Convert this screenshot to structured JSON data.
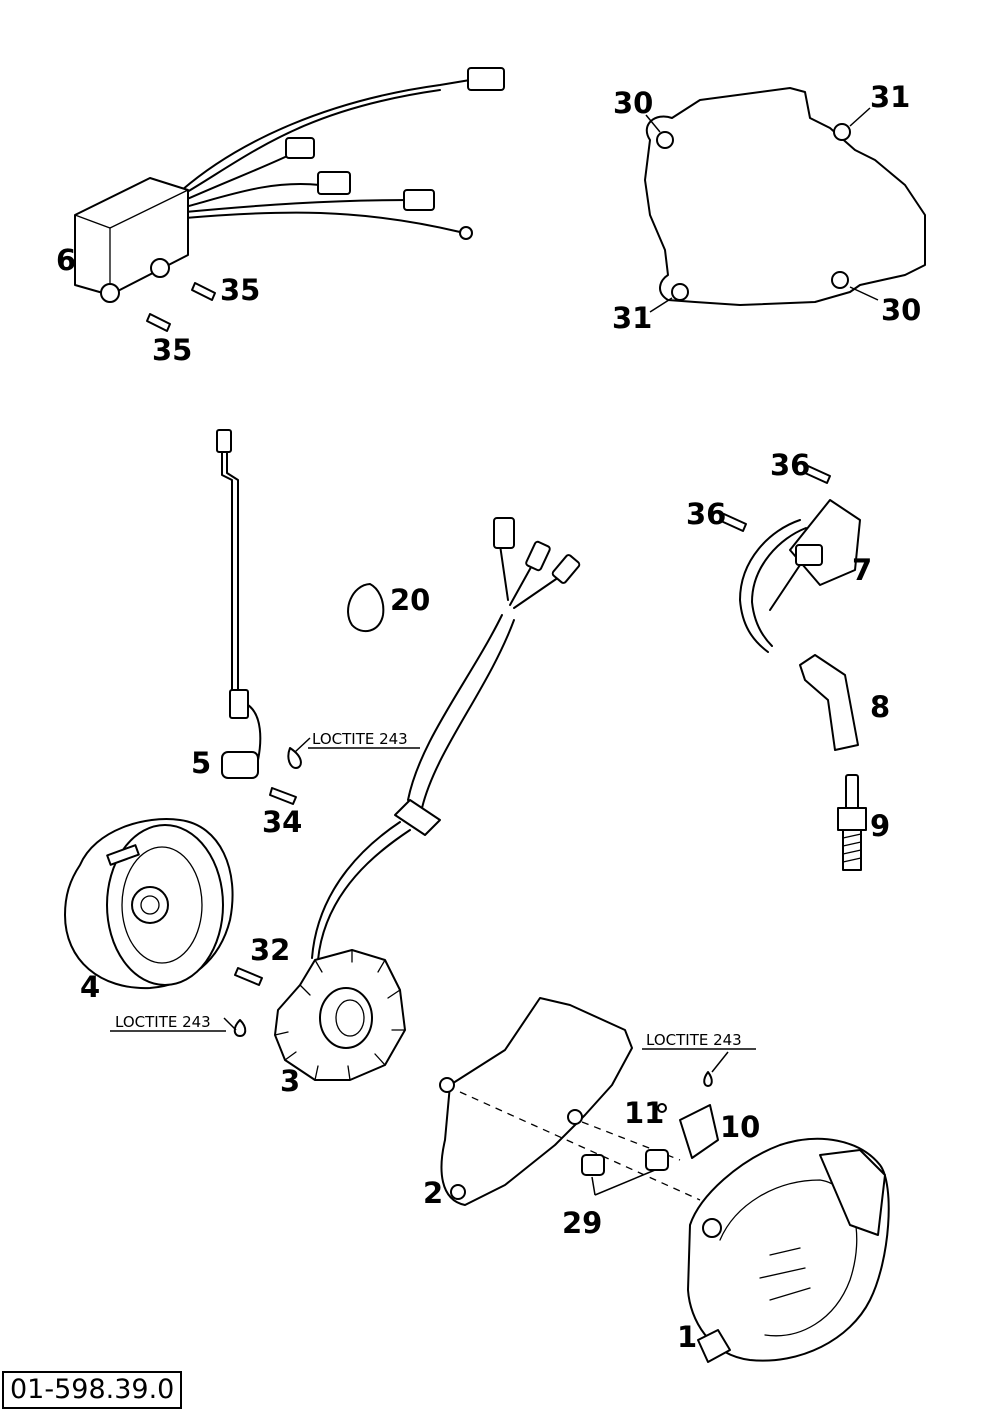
{
  "diagram_ref": "01-598.39.0",
  "callouts": {
    "c1": "1",
    "c2": "2",
    "c3": "3",
    "c4": "4",
    "c5": "5",
    "c6": "6",
    "c7": "7",
    "c8": "8",
    "c9": "9",
    "c10": "10",
    "c11": "11",
    "c20": "20",
    "c29": "29",
    "c30a": "30",
    "c30b": "30",
    "c31a": "31",
    "c31b": "31",
    "c32": "32",
    "c34": "34",
    "c35a": "35",
    "c35b": "35",
    "c36a": "36",
    "c36b": "36"
  },
  "notes": {
    "loctite_5": "LOCTITE 243",
    "loctite_32": "LOCTITE 243",
    "loctite_11": "LOCTITE 243"
  }
}
